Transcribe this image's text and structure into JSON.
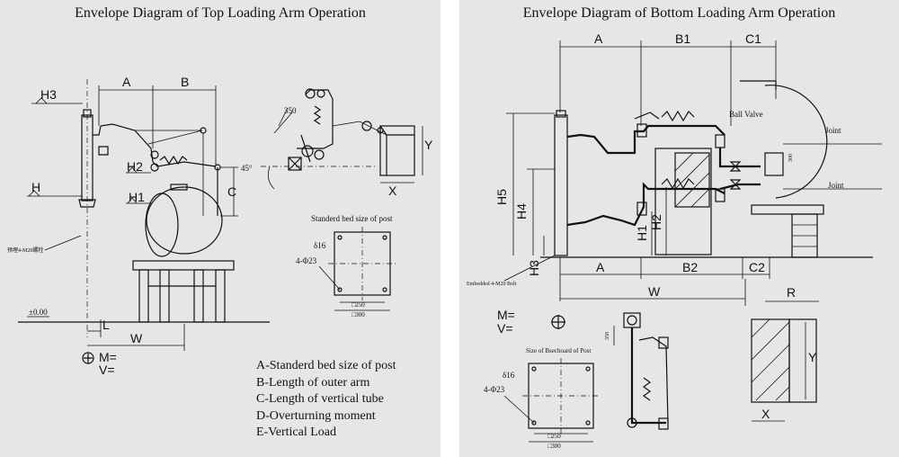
{
  "left": {
    "title": "Envelope Diagram of Top Loading Arm Operation",
    "labels": {
      "h3": "H3",
      "h": "H",
      "h2": "H2",
      "h1": "H1",
      "a": "A",
      "b": "B",
      "c": "C",
      "l": "L",
      "w": "W",
      "d350": "350",
      "angle45": "45°",
      "x": "X",
      "y": "Y",
      "m": "M=",
      "v": "V=",
      "elev": "±0.00",
      "bolt_note": "预埋4-M20螺栓",
      "bed_title": "Standerd bed size of post",
      "bed_hole": "4-Φ23",
      "bed_thk": "δ16",
      "bed_inner": "□250",
      "bed_outer": "□300"
    },
    "legend": [
      "A-Standerd bed size of post",
      "B-Length of outer arm",
      "C-Length of vertical tube",
      "D-Overturning moment",
      "E-Vertical Load"
    ]
  },
  "right": {
    "title": "Envelope Diagram of Bottom Loading Arm Operation",
    "labels": {
      "a": "A",
      "b1": "B1",
      "c1": "C1",
      "a2": "A",
      "b2": "B2",
      "c2": "C2",
      "w": "W",
      "r": "R",
      "h5": "H5",
      "h4": "H4",
      "h1": "H1",
      "h2": "H2",
      "h3": "H3",
      "ball_valve": "Ball Valve",
      "joint1": "Joint",
      "joint2": "Joint",
      "d300": "300",
      "bolt": "Embedded 4-M20 Bolt",
      "m": "M=",
      "v": "V=",
      "d350": "350",
      "x": "X",
      "y": "Y",
      "bed_title": "Size of Bsechoard of Post",
      "bed_hole": "4-Φ23",
      "bed_thk": "δ16",
      "bed_inner": "□250",
      "bed_outer": "□300"
    }
  }
}
